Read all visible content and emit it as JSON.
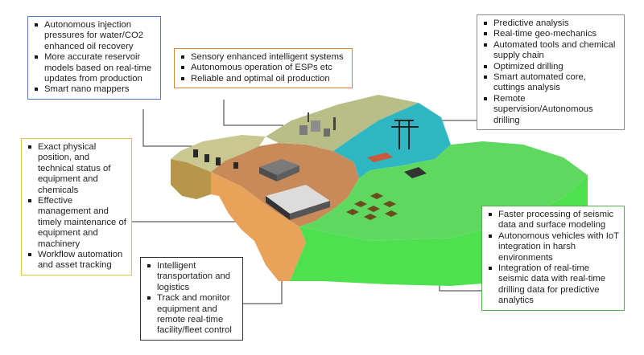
{
  "callouts": {
    "top_left": {
      "border_color": "#4f7fc0",
      "items": [
        "Autonomous injection pressures for water/CO2 enhanced oil recovery",
        "More accurate reservoir models based on real-time updates from production",
        "Smart nano mappers"
      ]
    },
    "top_center": {
      "border_color": "#d8802e",
      "items": [
        "Sensory enhanced intelligent systems",
        "Autonomous operation of ESPs etc",
        "Reliable and optimal oil production"
      ]
    },
    "top_right": {
      "border_color": "#8a8a8a",
      "items": [
        "Predictive analysis",
        "Real-time geo-mechanics",
        "Automated tools and chemical supply chain",
        "Optimized drilling",
        "Smart automated core, cuttings analysis",
        "Remote supervision/Autonomous drilling"
      ]
    },
    "middle_left": {
      "border_color": "#e6c23a",
      "items": [
        "Exact physical position, and technical status of equipment and chemicals",
        "Effective management and timely maintenance of equipment and machinery",
        "Workflow automation and asset tracking"
      ]
    },
    "bottom_right": {
      "border_color": "#54b04a",
      "items": [
        "Faster processing of seismic data and surface modeling",
        "Autonomous vehicles with IoT integration in harsh environments",
        "Integration of real-time seismic data with real-time drilling data for predictive analytics"
      ]
    },
    "bottom_center": {
      "border_color": "#333333",
      "items": [
        "Intelligent transportation and logistics",
        "Track and monitor equipment and remote real-time facility/fleet control"
      ]
    }
  },
  "zone_colors": {
    "production_zone": "#c98a5a",
    "seismic_zone": "#5fd85f",
    "drilling_zone": "#2eb7c2",
    "processing_zone": "#b9bd86",
    "reservoir_zone": "#c9c890"
  }
}
